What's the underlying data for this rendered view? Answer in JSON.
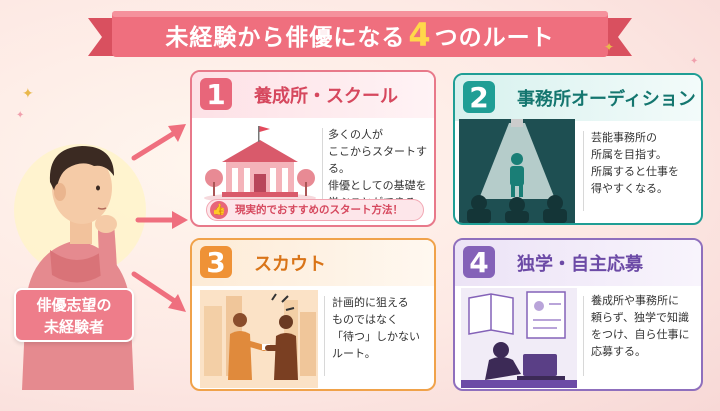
{
  "title": {
    "before": "未経験から俳優になる",
    "number": "4",
    "after": "つのルート"
  },
  "person": {
    "label_line1": "俳優志望の",
    "label_line2": "未経験者"
  },
  "routes": [
    {
      "number": "1",
      "title": "養成所・スクール",
      "description": "多くの人が\nここからスタートする。\n俳優としての基礎を\n学ぶことができる。",
      "tip": "現実的でおすすめのスタート方法！",
      "icon": "school-building-icon",
      "color": "#e8667a"
    },
    {
      "number": "2",
      "title": "事務所オーディション",
      "description": "芸能事務所の\n所属を目指す。\n所属すると仕事を\n得やすくなる。",
      "icon": "audition-stage-icon",
      "color": "#1f9e95"
    },
    {
      "number": "3",
      "title": "スカウト",
      "description": "計画的に狙える\nものではなく\n「待つ」しかない\nルート。",
      "icon": "street-scout-icon",
      "color": "#ef9236"
    },
    {
      "number": "4",
      "title": "独学・自主応募",
      "description": "養成所や事務所に\n頼らず、独学で知識\nをつけ、自ら仕事に\n応募する。",
      "icon": "self-study-laptop-icon",
      "color": "#8462b8"
    }
  ],
  "colors": {
    "ribbon": "#ef6f7e",
    "accent_yellow": "#ffd84a"
  }
}
